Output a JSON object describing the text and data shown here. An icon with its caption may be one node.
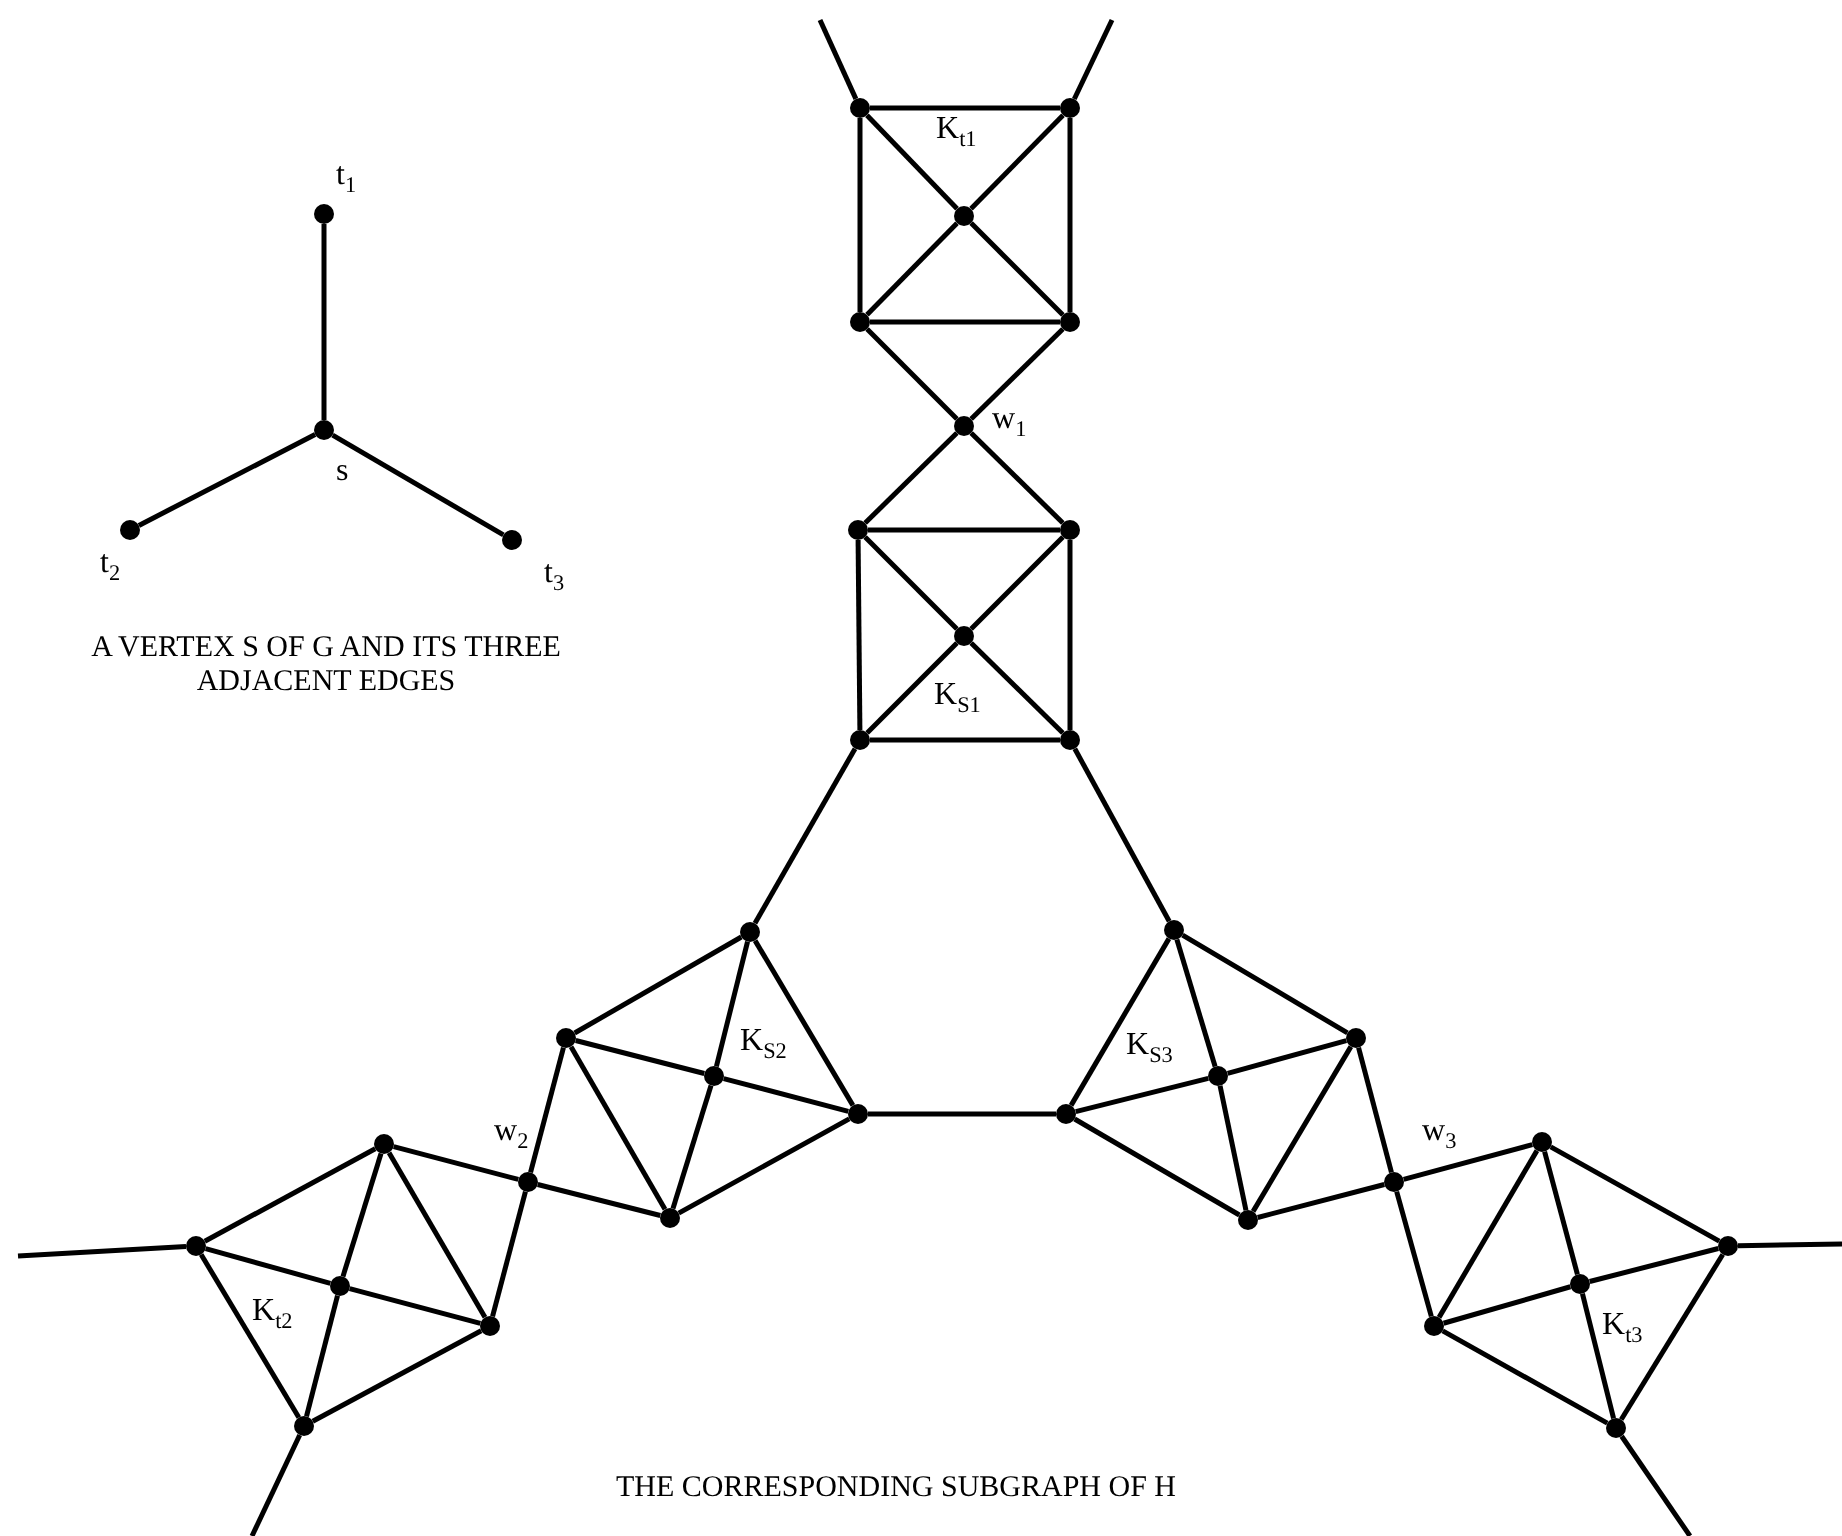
{
  "diagram": {
    "nodes": [
      {
        "text": [],
        "shape": "circle",
        "beside": [
          "t$_{1}$"
        ]
      },
      {
        "text": [],
        "shape": "circle",
        "beside": [
          "s"
        ]
      },
      {
        "text": [],
        "shape": "circle",
        "beside": [
          "t$_{2}$"
        ]
      },
      {
        "text": [],
        "shape": "circle",
        "beside": [
          "t$_{3}$"
        ]
      },
      {
        "text": [],
        "shape": "circle"
      },
      {
        "text": [],
        "shape": "circle"
      },
      {
        "text": [],
        "shape": "circle"
      },
      {
        "text": [],
        "shape": "circle"
      },
      {
        "text": [],
        "shape": "circle"
      },
      {
        "text": [],
        "shape": "circle",
        "beside": [
          "w$_{1}$"
        ]
      },
      {
        "text": [],
        "shape": "circle"
      },
      {
        "text": [],
        "shape": "circle"
      },
      {
        "text": [],
        "shape": "circle"
      },
      {
        "text": [],
        "shape": "circle"
      },
      {
        "text": [],
        "shape": "circle"
      },
      {
        "text": [],
        "shape": "circle"
      },
      {
        "text": [],
        "shape": "circle"
      },
      {
        "text": [],
        "shape": "circle"
      },
      {
        "text": [],
        "shape": "circle"
      },
      {
        "text": [],
        "shape": "circle"
      },
      {
        "text": [],
        "shape": "circle"
      },
      {
        "text": [],
        "shape": "circle"
      },
      {
        "text": [],
        "shape": "circle"
      },
      {
        "text": [],
        "shape": "circle"
      },
      {
        "text": [],
        "shape": "circle"
      },
      {
        "text": [],
        "shape": "circle",
        "beside": [
          "w$_{2}$"
        ]
      },
      {
        "text": [],
        "shape": "circle",
        "beside": [
          "w$_{3}$"
        ]
      },
      {
        "text": [],
        "shape": "circle"
      },
      {
        "text": [],
        "shape": "circle"
      },
      {
        "text": [],
        "shape": "circle"
      },
      {
        "text": [],
        "shape": "circle"
      },
      {
        "text": [],
        "shape": "circle"
      },
      {
        "text": [],
        "shape": "circle"
      },
      {
        "text": [],
        "shape": "circle"
      },
      {
        "text": [],
        "shape": "circle"
      },
      {
        "text": [],
        "shape": "circle"
      },
      {
        "text": [],
        "shape": "circle"
      }
    ],
    "edges": [
      {
        "from": 1,
        "to": 0,
        "arrow": "none"
      },
      {
        "from": 1,
        "to": 2,
        "arrow": "none"
      },
      {
        "from": 1,
        "to": 3,
        "arrow": "none"
      },
      {
        "from": 4,
        "to": null,
        "arrow": "none"
      },
      {
        "from": 5,
        "to": null,
        "arrow": "none"
      },
      {
        "from": 4,
        "to": 5,
        "arrow": "none"
      },
      {
        "from": 4,
        "to": 7,
        "arrow": "none"
      },
      {
        "from": 5,
        "to": 8,
        "arrow": "none"
      },
      {
        "from": 7,
        "to": 8,
        "arrow": "none"
      },
      {
        "from": 4,
        "to": 6,
        "arrow": "none"
      },
      {
        "from": 5,
        "to": 6,
        "arrow": "none"
      },
      {
        "from": 6,
        "to": 7,
        "arrow": "none"
      },
      {
        "from": 6,
        "to": 8,
        "arrow": "none"
      },
      {
        "from": 7,
        "to": 9,
        "arrow": "none"
      },
      {
        "from": 8,
        "to": 9,
        "arrow": "none"
      },
      {
        "from": 9,
        "to": 10,
        "arrow": "none"
      },
      {
        "from": 9,
        "to": 11,
        "arrow": "none"
      },
      {
        "from": 10,
        "to": 11,
        "arrow": "none"
      },
      {
        "from": 10,
        "to": 13,
        "arrow": "none"
      },
      {
        "from": 11,
        "to": 14,
        "arrow": "none"
      },
      {
        "from": 13,
        "to": 14,
        "arrow": "none"
      },
      {
        "from": 10,
        "to": 12,
        "arrow": "none"
      },
      {
        "from": 11,
        "to": 12,
        "arrow": "none"
      },
      {
        "from": 12,
        "to": 13,
        "arrow": "none"
      },
      {
        "from": 12,
        "to": 14,
        "arrow": "none"
      },
      {
        "from": 13,
        "to": 15,
        "arrow": "none"
      },
      {
        "from": 14,
        "to": 20,
        "arrow": "none"
      },
      {
        "from": 15,
        "to": 16,
        "arrow": "none"
      },
      {
        "from": 15,
        "to": 17,
        "arrow": "none"
      },
      {
        "from": 15,
        "to": 18,
        "arrow": "none"
      },
      {
        "from": 16,
        "to": 17,
        "arrow": "none"
      },
      {
        "from": 17,
        "to": 18,
        "arrow": "none"
      },
      {
        "from": 16,
        "to": 19,
        "arrow": "none"
      },
      {
        "from": 17,
        "to": 19,
        "arrow": "none"
      },
      {
        "from": 18,
        "to": 19,
        "arrow": "none"
      },
      {
        "from": 18,
        "to": 21,
        "arrow": "none"
      },
      {
        "from": 20,
        "to": 21,
        "arrow": "none"
      },
      {
        "from": 20,
        "to": 22,
        "arrow": "none"
      },
      {
        "from": 20,
        "to": 23,
        "arrow": "none"
      },
      {
        "from": 21,
        "to": 22,
        "arrow": "none"
      },
      {
        "from": 22,
        "to": 23,
        "arrow": "none"
      },
      {
        "from": 21,
        "to": 24,
        "arrow": "none"
      },
      {
        "from": 22,
        "to": 24,
        "arrow": "none"
      },
      {
        "from": 23,
        "to": 24,
        "arrow": "none"
      },
      {
        "from": 16,
        "to": 25,
        "arrow": "none"
      },
      {
        "from": 19,
        "to": 25,
        "arrow": "none"
      },
      {
        "from": 23,
        "to": 26,
        "arrow": "none"
      },
      {
        "from": 24,
        "to": 26,
        "arrow": "none"
      },
      {
        "from": 27,
        "to": 28,
        "arrow": "none"
      },
      {
        "from": 27,
        "to": 29,
        "arrow": "none"
      },
      {
        "from": 27,
        "to": 30,
        "arrow": "none"
      },
      {
        "from": 28,
        "to": 29,
        "arrow": "none"
      },
      {
        "from": 29,
        "to": 30,
        "arrow": "none"
      },
      {
        "from": 28,
        "to": 31,
        "arrow": "none"
      },
      {
        "from": 29,
        "to": 31,
        "arrow": "none"
      },
      {
        "from": 30,
        "to": 31,
        "arrow": "none"
      },
      {
        "from": 25,
        "to": 27,
        "arrow": "none"
      },
      {
        "from": 25,
        "to": 30,
        "arrow": "none"
      },
      {
        "from": 28,
        "to": null,
        "arrow": "none"
      },
      {
        "from": 31,
        "to": null,
        "arrow": "none"
      },
      {
        "from": 32,
        "to": 33,
        "arrow": "none"
      },
      {
        "from": 32,
        "to": 34,
        "arrow": "none"
      },
      {
        "from": 32,
        "to": 35,
        "arrow": "none"
      },
      {
        "from": 33,
        "to": 34,
        "arrow": "none"
      },
      {
        "from": 34,
        "to": 35,
        "arrow": "none"
      },
      {
        "from": 33,
        "to": 36,
        "arrow": "none"
      },
      {
        "from": 34,
        "to": 36,
        "arrow": "none"
      },
      {
        "from": 35,
        "to": 36,
        "arrow": "none"
      },
      {
        "from": 26,
        "to": 32,
        "arrow": "none"
      },
      {
        "from": 26,
        "to": 33,
        "arrow": "none"
      },
      {
        "from": 35,
        "to": null,
        "arrow": "none"
      },
      {
        "from": 36,
        "to": null,
        "arrow": "none"
      }
    ],
    "labels": [
      "K$_{t1}$",
      "A VERTEX S OF G AND ITS THREE ADJACENT EDGES",
      "K$_{S1}$",
      "K$_{S2}$",
      "K$_{S3}$",
      "K$_{t2}$",
      "K$_{t3}$",
      "THE CORRESPONDING SUBGRAPH OF H"
    ]
  }
}
